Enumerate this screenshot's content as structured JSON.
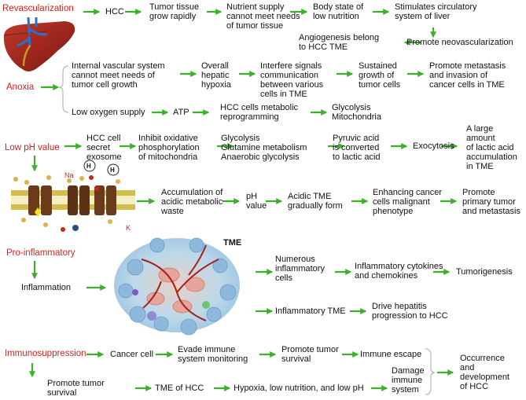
{
  "colors": {
    "accent_red": "#d5201b",
    "arrow_green": "#3db02b",
    "brace_gray": "#b9b9b9"
  },
  "sections": {
    "revascularization": {
      "label": "Revascularization",
      "hcc": "HCC",
      "tumor_tissue": [
        "Tumor tissue",
        "grow rapidly"
      ],
      "nutrient": [
        "Nutrient supply",
        "cannot meet needs",
        "of tumor tissue"
      ],
      "body_state": [
        "Body state of",
        "low nutrition"
      ],
      "stimulates": [
        "Stimulates circulatory",
        "system of liver"
      ],
      "neovascularization": "Promote neovascularization",
      "angiogenesis": [
        "Angiogenesis belong",
        "to HCC TME"
      ]
    },
    "anoxia": {
      "label": "Anoxia",
      "internal": [
        "Internal vascular system",
        "cannot meet needs of",
        "tumor cell growth"
      ],
      "hypoxia": [
        "Overall",
        "hepatic",
        "hypoxia"
      ],
      "interfere": [
        "Interfere  signals",
        "communication",
        "between various",
        "cells in TME"
      ],
      "sustained": [
        "Sustained",
        "growth of",
        "tumor cells"
      ],
      "metastasis": [
        "Promote metastasis",
        "and invasion of",
        "cancer cells in TME"
      ],
      "low_oxygen": "Low oxygen supply",
      "atp": "ATP",
      "reprogramming": [
        "HCC cells metabolic",
        "reprogramming"
      ],
      "glycolysis": [
        "Glycolysis",
        "Mitochondria"
      ]
    },
    "low_ph": {
      "label": "Low pH value",
      "exosome": [
        "HCC cell",
        "secret",
        "exosome"
      ],
      "inhibit": [
        "Inhibit oxidative",
        "phosphorylation",
        "of mitochondria"
      ],
      "glycolysis_block": [
        "Glycolysis",
        "Glutamine metabolism",
        "Anaerobic glycolysis"
      ],
      "pyruvic": [
        "Pyruvic acid",
        "is converted",
        "to lactic acid"
      ],
      "exocytosis": "Exocytosis",
      "large_amount": [
        "A large",
        "amount",
        "of lactic acid",
        "accumulation",
        "in TME"
      ],
      "accumulation": [
        "Accumulation of",
        "acidic metabolic",
        "waste"
      ],
      "ph_value": [
        "pH",
        "value"
      ],
      "acidic_tme": [
        "Acidic TME",
        "gradually form"
      ],
      "enhancing": [
        "Enhancing cancer",
        "cells malignant",
        "phenotype"
      ],
      "promote_primary": [
        "Promote",
        "primary tumor",
        "and metastasis"
      ],
      "ion_labels": {
        "na": "Na",
        "h": "H",
        "k": "K"
      }
    },
    "pro_inflammatory": {
      "label": "Pro-inflammatory",
      "inflammation": "Inflammation",
      "tme_label": "TME",
      "numerous": [
        "Numerous",
        "inflammatory",
        "cells"
      ],
      "cytokines": [
        "Inflammatory cytokines",
        "and chemokines"
      ],
      "tumorigenesis": "Tumorigenesis",
      "inflammatory_tme": "Inflammatory TME",
      "drive": [
        "Drive hepatitis",
        "progression to HCC"
      ]
    },
    "immunosuppression": {
      "label": "Immunosuppression",
      "cancer_cell": "Cancer cell",
      "evade": [
        "Evade immune",
        "system monitoring"
      ],
      "promote_survival": [
        "Promote tumor",
        "survival"
      ],
      "immune_escape": "Immune escape",
      "damage": [
        "Damage",
        "immune",
        "system"
      ],
      "occurrence": [
        "Occurrence",
        "and",
        "development",
        "of HCC"
      ],
      "promote_survival_2": [
        "Promote tumor",
        "survival"
      ],
      "tme_hcc": "TME of HCC",
      "hypoxia_low": "Hypoxia, low nutrition, and low pH"
    }
  }
}
